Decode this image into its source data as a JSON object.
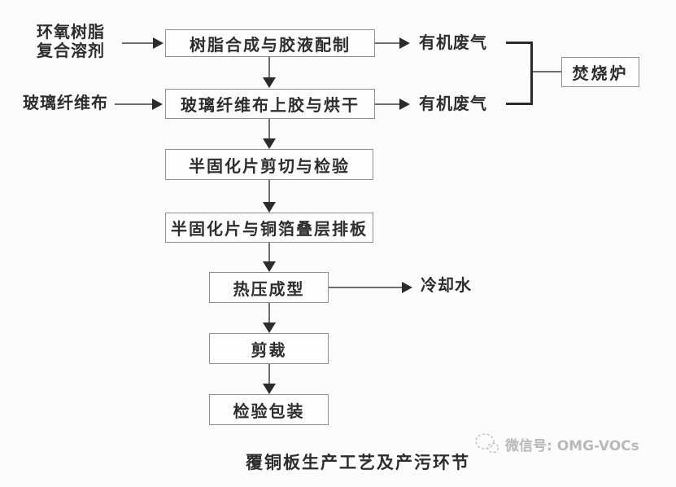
{
  "diagram": {
    "caption": "覆铜板生产工艺及产污环节",
    "inputs": {
      "epoxy_solvent": {
        "line1": "环氧树脂",
        "line2": "复合溶剂"
      },
      "glass_cloth": {
        "label": "玻璃纤维布"
      }
    },
    "steps": {
      "s1": "树脂合成与胶液配制",
      "s2": "玻璃纤维布上胶与烘干",
      "s3": "半固化片剪切与检验",
      "s4": "半固化片与铜箔叠层排板",
      "s5": "热压成型",
      "s6": "剪裁",
      "s7": "检验包装"
    },
    "outputs": {
      "waste_gas_top": "有机废气",
      "waste_gas_bottom": "有机废气",
      "cooling_water": "冷却水"
    },
    "treatment": {
      "incinerator": "焚烧炉"
    },
    "flow": [
      "环氧树脂复合溶剂 -> 树脂合成与胶液配制",
      "树脂合成与胶液配制 -> 有机废气",
      "树脂合成与胶液配制 -> 玻璃纤维布上胶与烘干",
      "玻璃纤维布 -> 玻璃纤维布上胶与烘干",
      "玻璃纤维布上胶与烘干 -> 有机废气",
      "有机废气(×2) -> 焚烧炉",
      "玻璃纤维布上胶与烘干 -> 半固化片剪切与检验",
      "半固化片剪切与检验 -> 半固化片与铜箔叠层排板",
      "半固化片与铜箔叠层排板 -> 热压成型",
      "热压成型 -> 冷却水",
      "热压成型 -> 剪裁",
      "剪裁 -> 检验包装"
    ],
    "colors": {
      "background": "#fcfcfa",
      "box_border": "#8f8f8f",
      "text": "#2e2e2e",
      "arrow_line": "#6f6f6f",
      "arrow_head": "#2b2b2b",
      "watermark": "#b9b9b9"
    }
  },
  "watermark": {
    "icon": "wechat-chat-bubble-icon",
    "text": "微信号: OMG-VOCs"
  }
}
